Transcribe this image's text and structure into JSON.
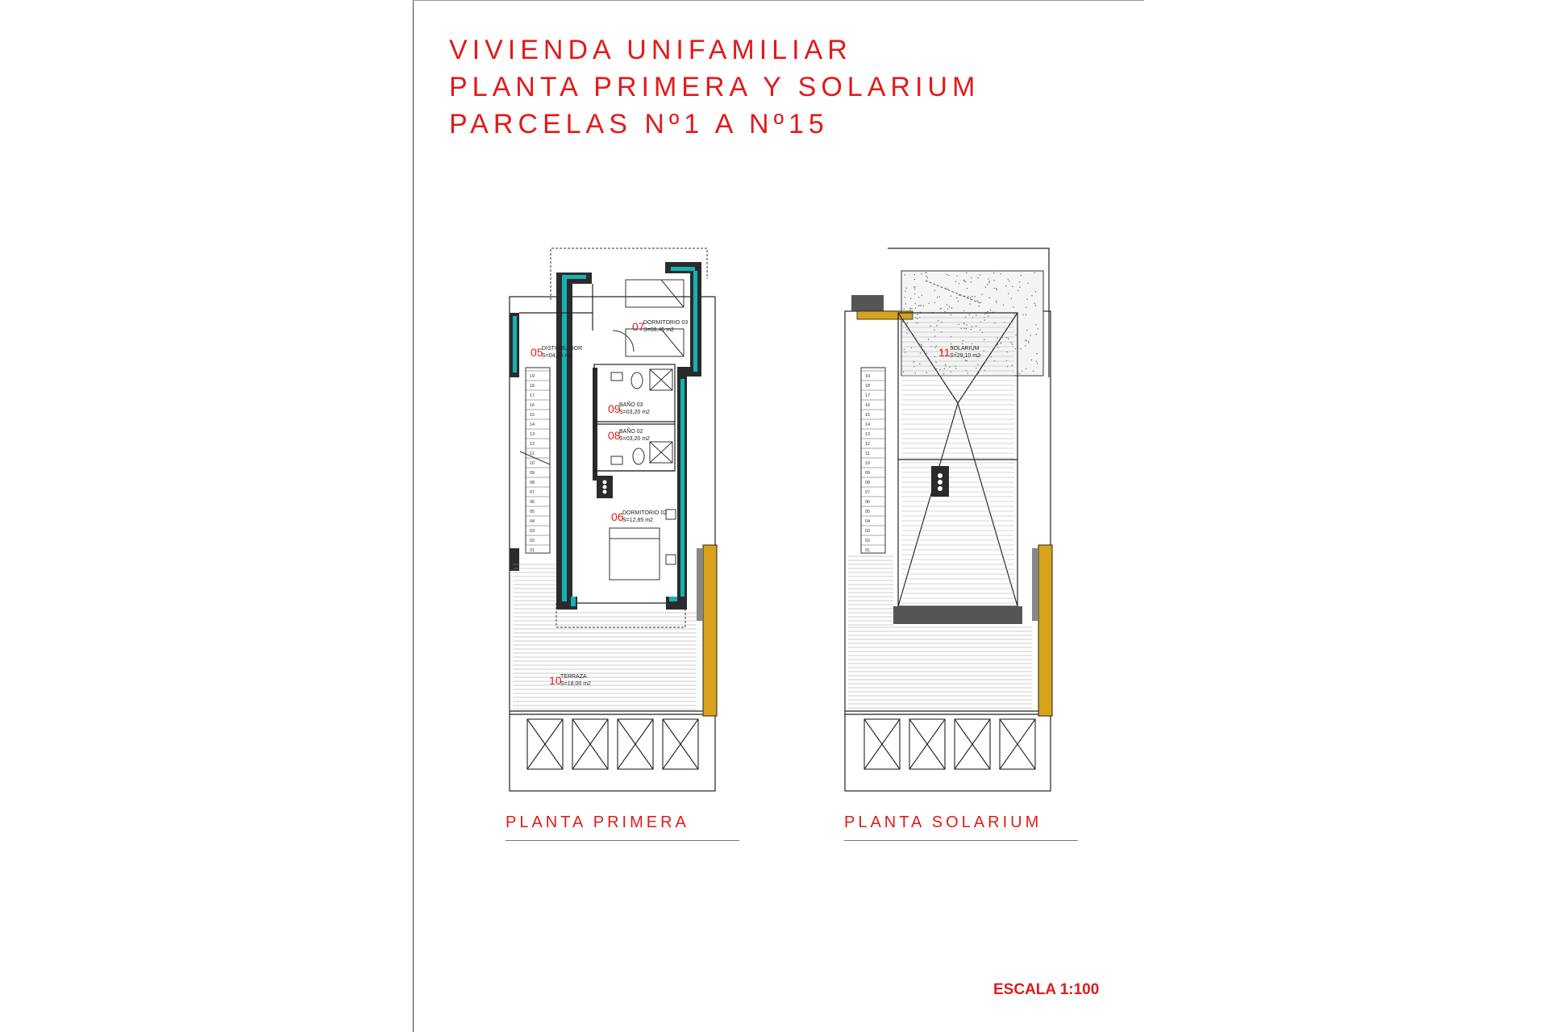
{
  "title": {
    "line1": "VIVIENDA UNIFAMILIAR",
    "line2": "PLANTA PRIMERA Y SOLARIUM",
    "line3": "PARCELAS Nº1 A Nº15"
  },
  "plans": {
    "primera": {
      "label": "PLANTA PRIMERA",
      "rooms": [
        {
          "num": "07",
          "name": "DORMITORIO 03",
          "area": "S=08,45  m2"
        },
        {
          "num": "05",
          "name": "DISTRIBUIDOR",
          "area": "S=04,55  m2"
        },
        {
          "num": "09",
          "name": "BAÑO 03",
          "area": "S=03,20  m2"
        },
        {
          "num": "08",
          "name": "BAÑO 02",
          "area": "S=03,20  m2"
        },
        {
          "num": "06",
          "name": "DORMITORIO 02",
          "area": "S=12,85  m2"
        },
        {
          "num": "10",
          "name": "TERRAZA",
          "area": "S=18,00  m2"
        }
      ],
      "stairs": [
        "19",
        "18",
        "17",
        "16",
        "15",
        "14",
        "13",
        "12",
        "11",
        "10",
        "09",
        "08",
        "07",
        "06",
        "05",
        "04",
        "03",
        "02",
        "01"
      ]
    },
    "solarium": {
      "label": "PLANTA SOLARIUM",
      "rooms": [
        {
          "num": "11",
          "name": "SOLARIUM",
          "area": "S=29,10  m2"
        }
      ],
      "stairs": [
        "19",
        "18",
        "17",
        "16",
        "15",
        "14",
        "13",
        "12",
        "11",
        "10",
        "09",
        "08",
        "07",
        "06",
        "05",
        "04",
        "03",
        "02",
        "01"
      ]
    }
  },
  "scale": "ESCALA 1:100",
  "colors": {
    "title_red": "#e01b1b",
    "wall_dark": "#2b2b2b",
    "insulation_teal": "#18b2b2",
    "ochre": "#d9a21b"
  }
}
